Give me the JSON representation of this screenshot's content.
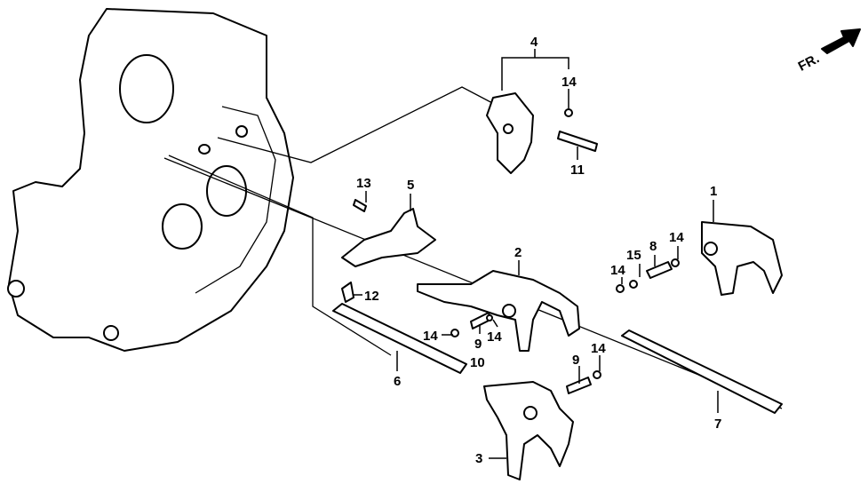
{
  "diagram": {
    "title_direction": "FR.",
    "labels": {
      "part1": "1",
      "part2": "2",
      "part3": "3",
      "part4": "4",
      "part5": "5",
      "part6": "6",
      "part7": "7",
      "part8": "8",
      "part9a": "9",
      "part9b": "9",
      "part10": "10",
      "part11": "11",
      "part12": "12",
      "part13": "13",
      "part14a": "14",
      "part14b": "14",
      "part14c": "14",
      "part14d": "14",
      "part14e": "14",
      "part14f": "14",
      "part15": "15"
    }
  }
}
